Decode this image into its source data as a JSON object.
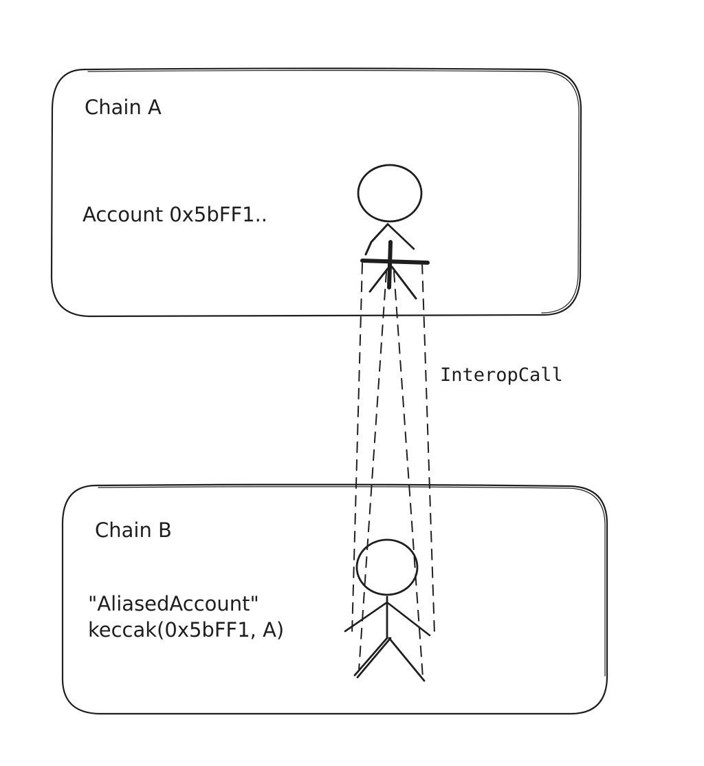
{
  "chain_a": {
    "title": "Chain A",
    "account_label": "Account 0x5bFF1.."
  },
  "chain_b": {
    "title": "Chain B",
    "alias_line1": "\"AliasedAccount\"",
    "alias_line2": "keccak(0x5bFF1, A)"
  },
  "connector": {
    "label": "InteropCall"
  },
  "colors": {
    "ink": "#1e1e1e",
    "background": "#ffffff"
  }
}
